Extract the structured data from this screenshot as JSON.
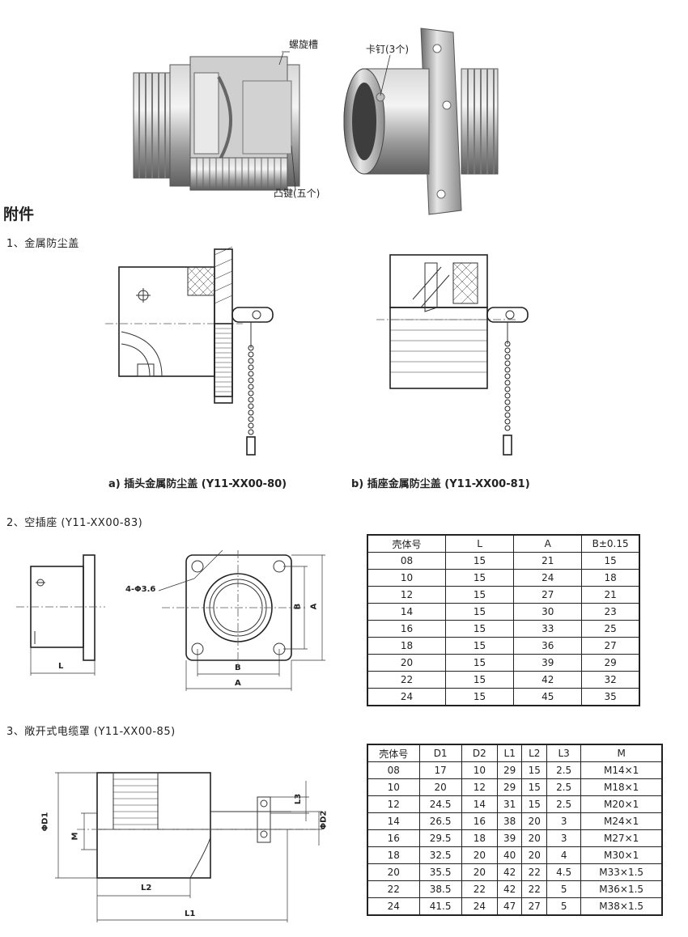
{
  "photo_labels": {
    "groove": "螺旋槽",
    "pins": "卡钉(3个)",
    "keys": "凸键(五个)"
  },
  "heading": "附件",
  "section1": {
    "title": "1、金属防尘盖",
    "caption_a": "a) 插头金属防尘盖 (Y11-XX00-80)",
    "caption_b": "b) 插座金属防尘盖 (Y11-XX00-81)"
  },
  "section2": {
    "title": "2、空插座 (Y11-XX00-83)",
    "dims": {
      "hole": "4-Φ3.6",
      "L": "L",
      "B": "B",
      "A": "A"
    },
    "table": {
      "headers": [
        "壳体号",
        "L",
        "A",
        "B±0.15"
      ],
      "rows": [
        [
          "08",
          "15",
          "21",
          "15"
        ],
        [
          "10",
          "15",
          "24",
          "18"
        ],
        [
          "12",
          "15",
          "27",
          "21"
        ],
        [
          "14",
          "15",
          "30",
          "23"
        ],
        [
          "16",
          "15",
          "33",
          "25"
        ],
        [
          "18",
          "15",
          "36",
          "27"
        ],
        [
          "20",
          "15",
          "39",
          "29"
        ],
        [
          "22",
          "15",
          "42",
          "32"
        ],
        [
          "24",
          "15",
          "45",
          "35"
        ]
      ]
    }
  },
  "section3": {
    "title": "3、敞开式电缆罩 (Y11-XX00-85)",
    "dims": {
      "D1": "ΦD1",
      "M": "M",
      "L3": "L3",
      "D2": "ΦD2",
      "L2": "L2",
      "L1": "L1"
    },
    "table": {
      "headers": [
        "壳体号",
        "D1",
        "D2",
        "L1",
        "L2",
        "L3",
        "M"
      ],
      "rows": [
        [
          "08",
          "17",
          "10",
          "29",
          "15",
          "2.5",
          "M14×1"
        ],
        [
          "10",
          "20",
          "12",
          "29",
          "15",
          "2.5",
          "M18×1"
        ],
        [
          "12",
          "24.5",
          "14",
          "31",
          "15",
          "2.5",
          "M20×1"
        ],
        [
          "14",
          "26.5",
          "16",
          "38",
          "20",
          "3",
          "M24×1"
        ],
        [
          "16",
          "29.5",
          "18",
          "39",
          "20",
          "3",
          "M27×1"
        ],
        [
          "18",
          "32.5",
          "20",
          "40",
          "20",
          "4",
          "M30×1"
        ],
        [
          "20",
          "35.5",
          "20",
          "42",
          "22",
          "4.5",
          "M33×1.5"
        ],
        [
          "22",
          "38.5",
          "22",
          "42",
          "22",
          "5",
          "M36×1.5"
        ],
        [
          "24",
          "41.5",
          "24",
          "47",
          "27",
          "5",
          "M38×1.5"
        ]
      ]
    }
  }
}
